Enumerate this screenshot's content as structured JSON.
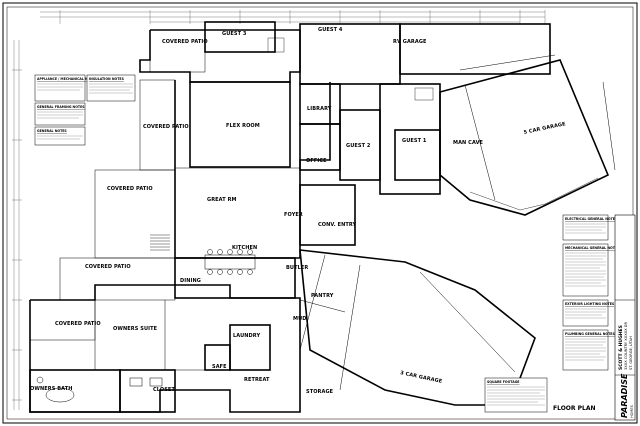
{
  "drawing": {
    "sheet_title": "FLOOR PLAN",
    "firm": {
      "name": "PARADISE",
      "subtitle": "HOMES"
    },
    "title_block_lines": [
      "SCOTT & HUGHES",
      "3XXX COUNTRY XXXXX DR",
      "ST. GEORGE, UTAH"
    ],
    "rooms": {
      "covered_patio_top": "COVERED PATIO",
      "guest_3": "GUEST 3",
      "guest_4": "GUEST 4",
      "rv_garage": "RV GARAGE",
      "covered_patio_left": "COVERED PATIO",
      "flex_room": "FLEX ROOM",
      "library": "LIBRARY",
      "guest_2": "GUEST 2",
      "office": "OFFICE",
      "guest_1": "GUEST 1",
      "man_cave": "MAN CAVE",
      "five_car_garage": "5 CAR GARAGE",
      "covered_patio_mid": "COVERED PATIO",
      "great_rm": "GREAT RM",
      "foyer": "FOYER",
      "conv_entry": "CONV. ENTRY",
      "kitchen": "KITCHEN",
      "dining": "DINING",
      "covered_patio_lower": "COVERED PATIO",
      "butler": "BUTLER",
      "pantry": "PANTRY",
      "covered_patio_bottom": "COVERED PATIO",
      "owners_suite": "OWNERS SUITE",
      "laundry": "LAUNDRY",
      "mud": "MUD",
      "three_car_garage": "3 CAR GARAGE",
      "safe": "SAFE",
      "owners_bath": "OWNERS BATH",
      "closet": "CLOSET",
      "retreat": "RETREAT",
      "storage": "STORAGE"
    },
    "notes": {
      "left_top_1": "APPLIANCE / MECHANICAL NOTES",
      "left_top_2": "INSULATION NOTES",
      "left_mid_1": "GENERAL FRAMING NOTES",
      "left_mid_2": "GENERAL NOTES",
      "right_1": "ELECTRICAL GENERAL NOTES",
      "right_2": "MECHANICAL GENERAL NOTES",
      "right_3": "EXTERIOR LIGHTING NOTES",
      "right_4": "PLUMBING GENERAL NOTES",
      "bottom_box": "SQUARE FOOTAGE"
    }
  }
}
